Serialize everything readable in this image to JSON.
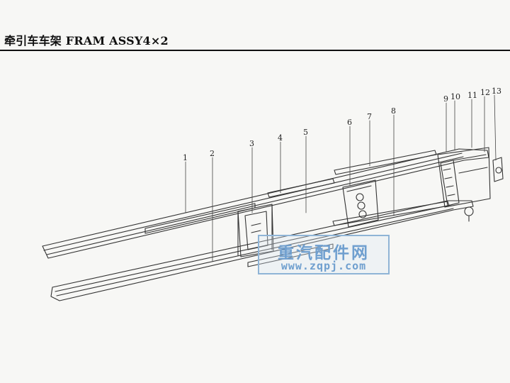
{
  "title": "牵引车车架 FRAM ASSY4×2",
  "callouts": [
    {
      "id": "c1",
      "label": "1"
    },
    {
      "id": "c2",
      "label": "2"
    },
    {
      "id": "c3",
      "label": "3"
    },
    {
      "id": "c4",
      "label": "4"
    },
    {
      "id": "c5",
      "label": "5"
    },
    {
      "id": "c6",
      "label": "6"
    },
    {
      "id": "c7",
      "label": "7"
    },
    {
      "id": "c8",
      "label": "8"
    },
    {
      "id": "c9",
      "label": "9"
    },
    {
      "id": "c10",
      "label": "10"
    },
    {
      "id": "c11",
      "label": "11"
    },
    {
      "id": "c12",
      "label": "12"
    },
    {
      "id": "c13",
      "label": "13"
    }
  ],
  "watermark": {
    "name": "重汽配件网",
    "url": "www.zqpj.com",
    "color": "#6f9fcf"
  },
  "colors": {
    "line": "#333333",
    "paper": "#f7f7f5"
  }
}
